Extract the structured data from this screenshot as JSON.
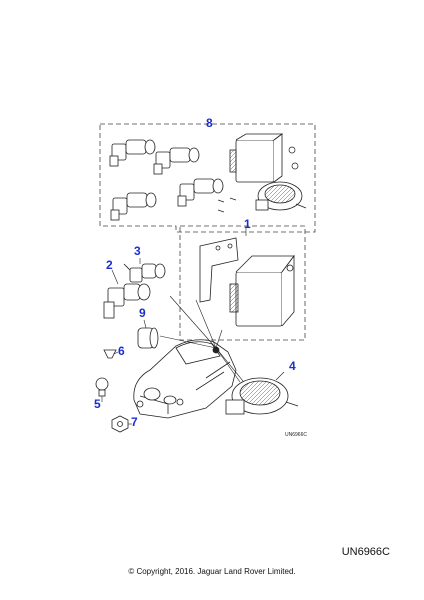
{
  "diagram": {
    "callouts": {
      "c1": "1",
      "c2": "2",
      "c3": "3",
      "c4": "4",
      "c5": "5",
      "c6": "6",
      "c7": "7",
      "c8": "8",
      "c9": "9"
    },
    "image_code": "UN6966C",
    "ref_code": "UN6966C",
    "copyright": "© Copyright, 2016. Jaguar Land Rover Limited.",
    "callout_color": "#1b2fd0",
    "line_color": "#222222"
  }
}
